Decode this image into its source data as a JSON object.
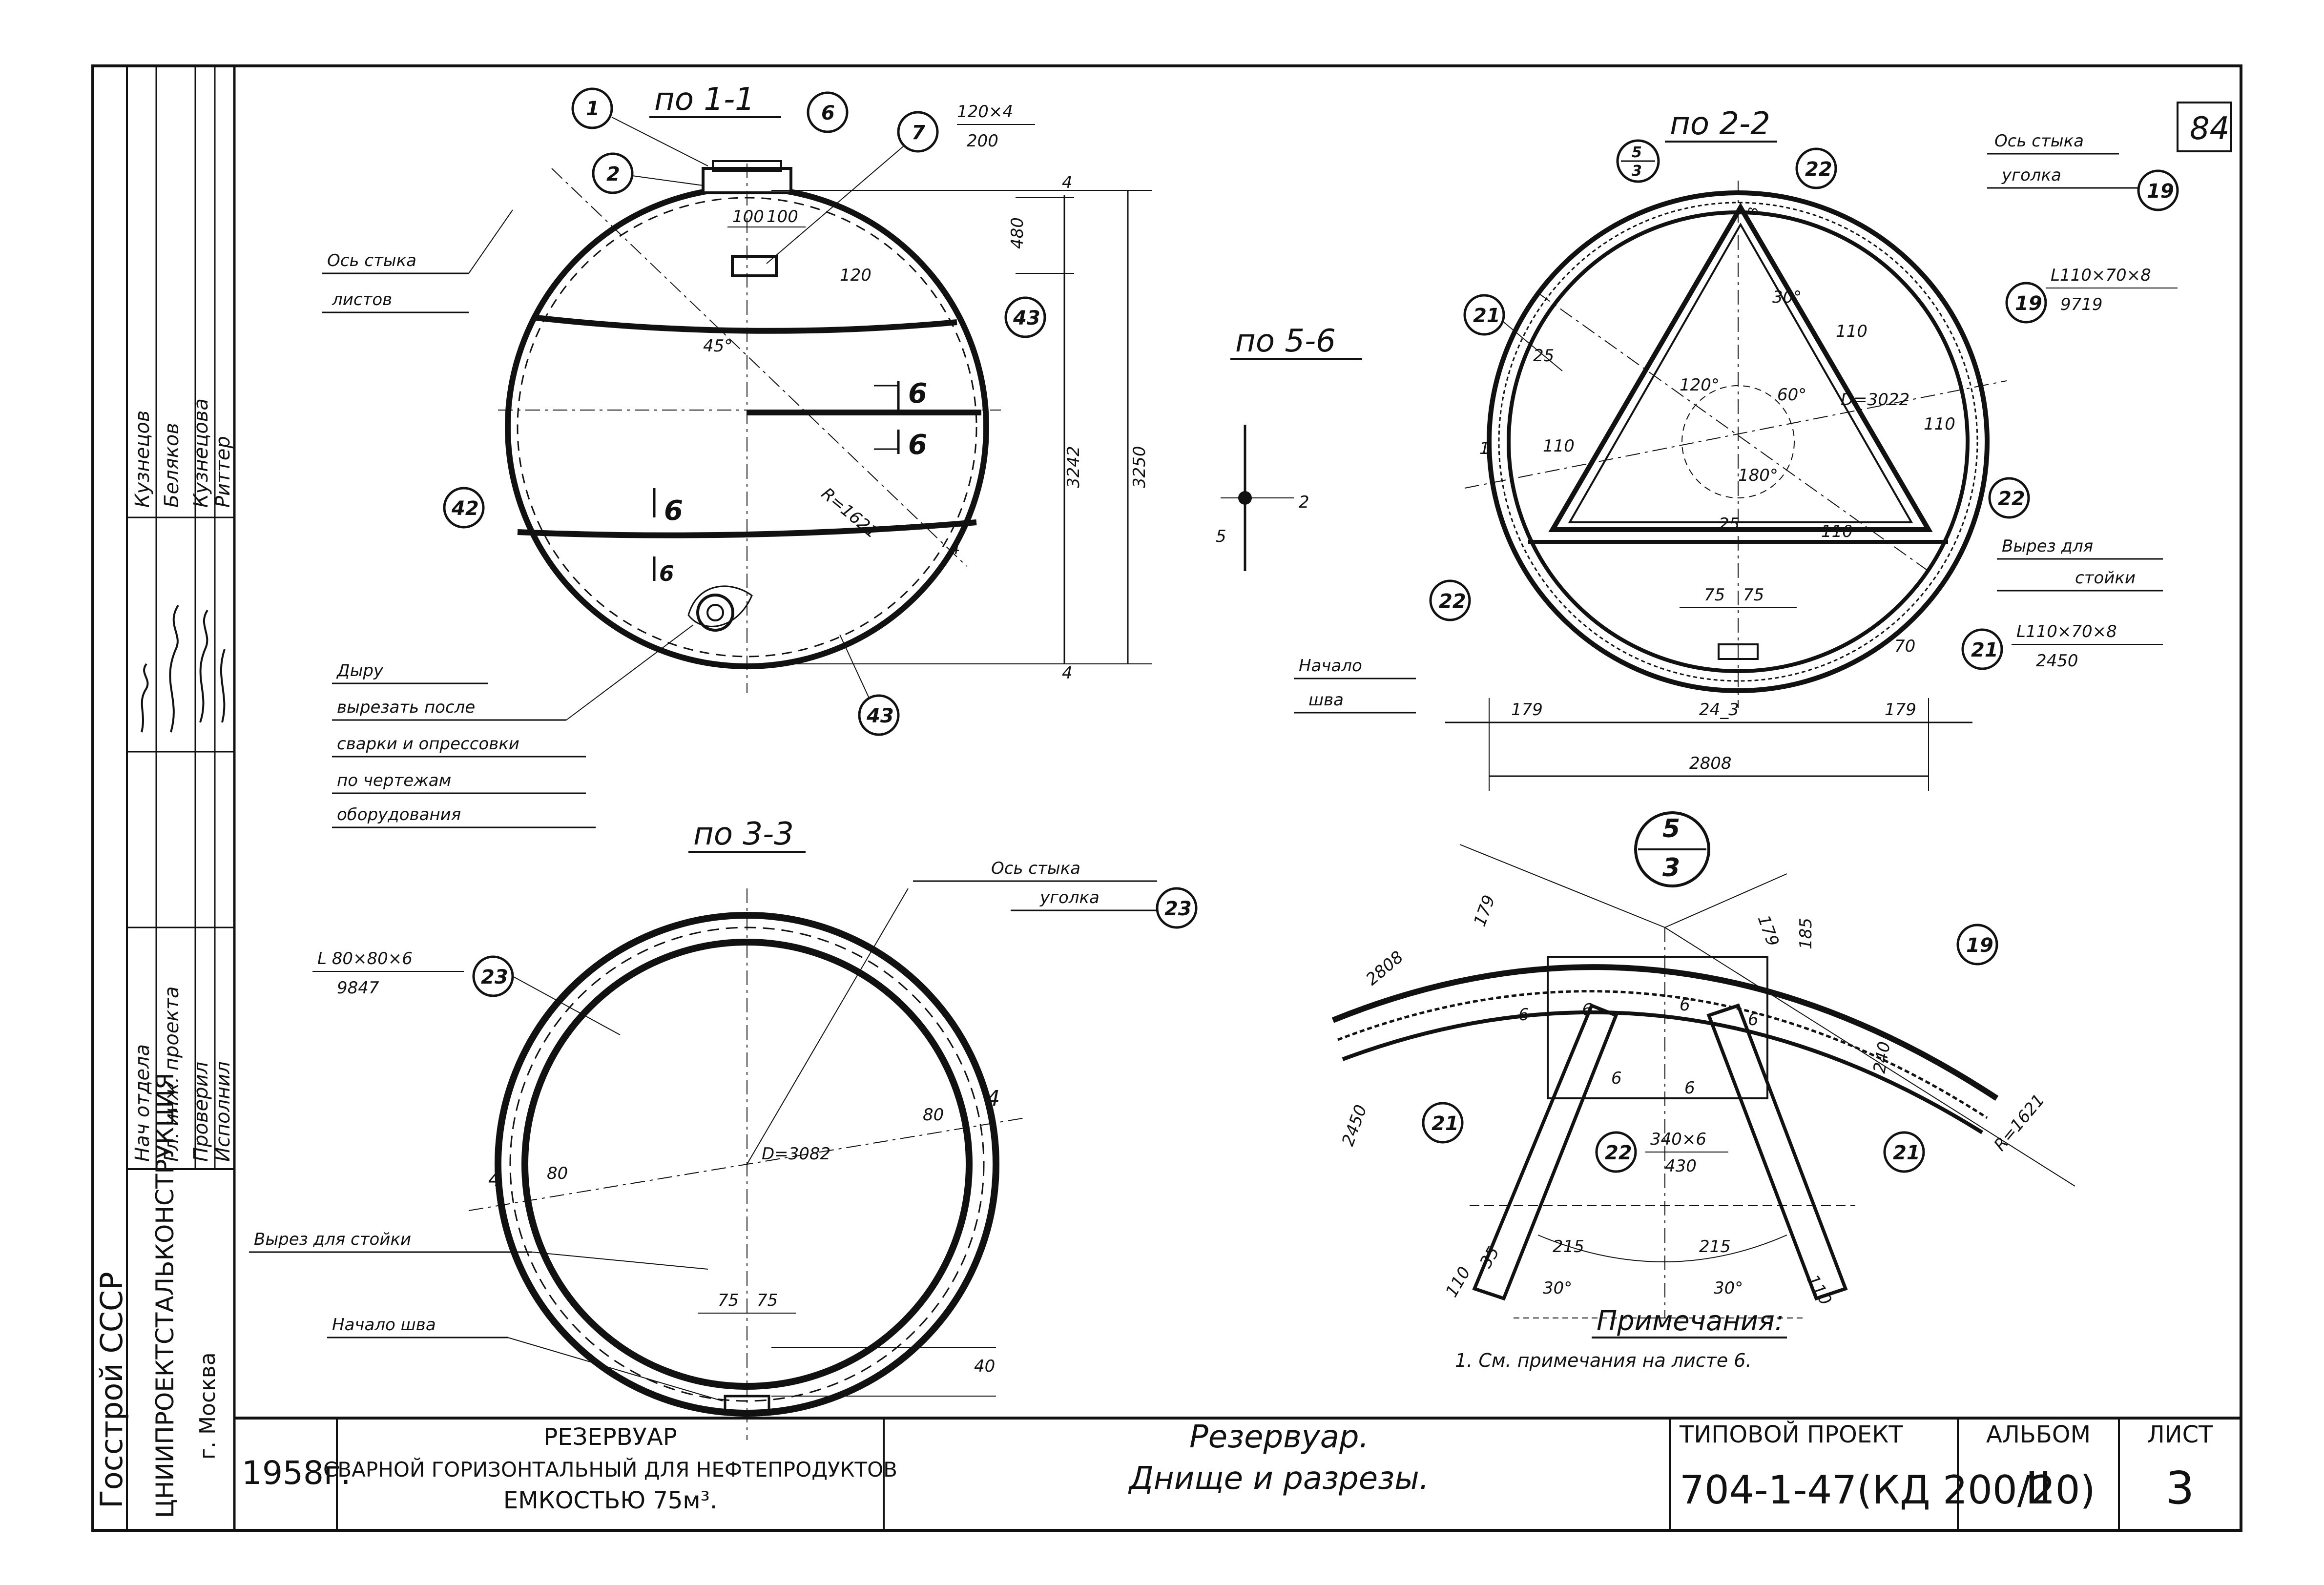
{
  "sheet_number_top": "84",
  "sections": {
    "s11": "по 1-1",
    "s22": "по 2-2",
    "s33": "по 3-3",
    "s56": "по 5-6",
    "d53_top": "5",
    "d53_bottom": "3"
  },
  "labels": {
    "os_styka_listov_1": "Ось стыка",
    "os_styka_listov_2": "листов",
    "os_styka_ugolka_a": "Ось стыка",
    "os_styka_ugolka_b": "уголка",
    "os_styka_ugolka_c": "Ось стыка",
    "os_styka_ugolka_d": "уголка",
    "dyru_1": "Дыру",
    "dyru_2": "вырезать после",
    "dyru_3": "сварки и опрессовки",
    "dyru_4": "по чертежам",
    "dyru_5": "оборудования",
    "vyrez_stoyki_1": "Вырез для",
    "vyrez_stoyki_2": "стойки",
    "nachalo_shva_1": "Начало",
    "nachalo_shva_2": "шва",
    "vyrez_stoyki_33": "Вырез для стойки",
    "nachalo_shva_33": "Начало шва",
    "profile_19_a": "L110×70×8",
    "profile_19_b": "9719",
    "profile_21_a": "L110×70×8",
    "profile_21_b": "2450",
    "profile_23_a": "L 80×80×6",
    "profile_23_b": "9847",
    "plate_7_a": "120×4",
    "plate_7_b": "200",
    "plate_22_a": "340×6",
    "plate_22_b": "430"
  },
  "callouts": [
    "1",
    "2",
    "6",
    "7",
    "43",
    "42",
    "43",
    "19",
    "19",
    "21",
    "22",
    "22",
    "22",
    "21",
    "23",
    "23",
    "19",
    "21",
    "21",
    "22"
  ],
  "dimensions": {
    "d3250": "3250",
    "d3242": "3242",
    "d480": "480",
    "d100a": "100",
    "d100b": "100",
    "d120": "120",
    "r1621": "R=1621",
    "a45": "45°",
    "d4a": "4",
    "d4b": "4",
    "d4c": "4",
    "d3022": "D=3022",
    "d2808": "2808",
    "d179a": "179",
    "d179b": "179",
    "d2450": "2450",
    "d25a": "25",
    "d25b": "25",
    "d30": "30°",
    "d120deg": "120°",
    "d180": "180°",
    "d60": "60°",
    "d110a": "110",
    "d110b": "110",
    "d110c": "110",
    "d110d": "110",
    "d75a": "75",
    "d75b": "75",
    "d70": "70",
    "d1": "1",
    "d5": "5",
    "d2": "2",
    "d6a": "6",
    "d6b": "6",
    "d3082": "D=3082",
    "d80a": "80",
    "d80b": "80",
    "d40": "40",
    "d75c": "75",
    "d75d": "75",
    "r1621b": "R=1621",
    "d2808b": "2808",
    "d179c": "179",
    "d179d": "179",
    "d185": "185",
    "d2450b": "2450",
    "d240": "240",
    "d215a": "215",
    "d215b": "215",
    "d30a": "30°",
    "d30b": "30°",
    "d35": "35",
    "d110e": "110",
    "d110f": "110"
  },
  "notes": {
    "title": "Примечания:",
    "item1": "1. См. примечания на листе 6."
  },
  "stamp": {
    "year": "1958г.",
    "object_1": "РЕЗЕРВУАР",
    "object_2": "СВАРНОЙ ГОРИЗОНТАЛЬНЫЙ ДЛЯ НЕФТЕПРОДУКТОВ",
    "object_3": "ЕМКОСТЬЮ 75м³.",
    "sheet_title_1": "Резервуар.",
    "sheet_title_2": "Днище и разрезы.",
    "project_label": "ТИПОВОЙ ПРОЕКТ",
    "project_code": "704-1-47(КД 200/20)",
    "album_label": "АЛЬБОМ",
    "album_value": "II",
    "sheet_label": "ЛИСТ",
    "sheet_value": "3"
  },
  "side_block": {
    "org_1": "Госстрой СССР",
    "org_2": "ЦНИИПРОЕКТСТАЛЬКОНСТРУКЦИЯ",
    "org_3": "г. Москва",
    "roles": [
      "Нач отдела",
      "Гл. инж. проекта",
      "Проверил",
      "Исполнил"
    ],
    "names": [
      "Кузнецов",
      "Беляков",
      "Кузнецова",
      "Риттер"
    ]
  }
}
